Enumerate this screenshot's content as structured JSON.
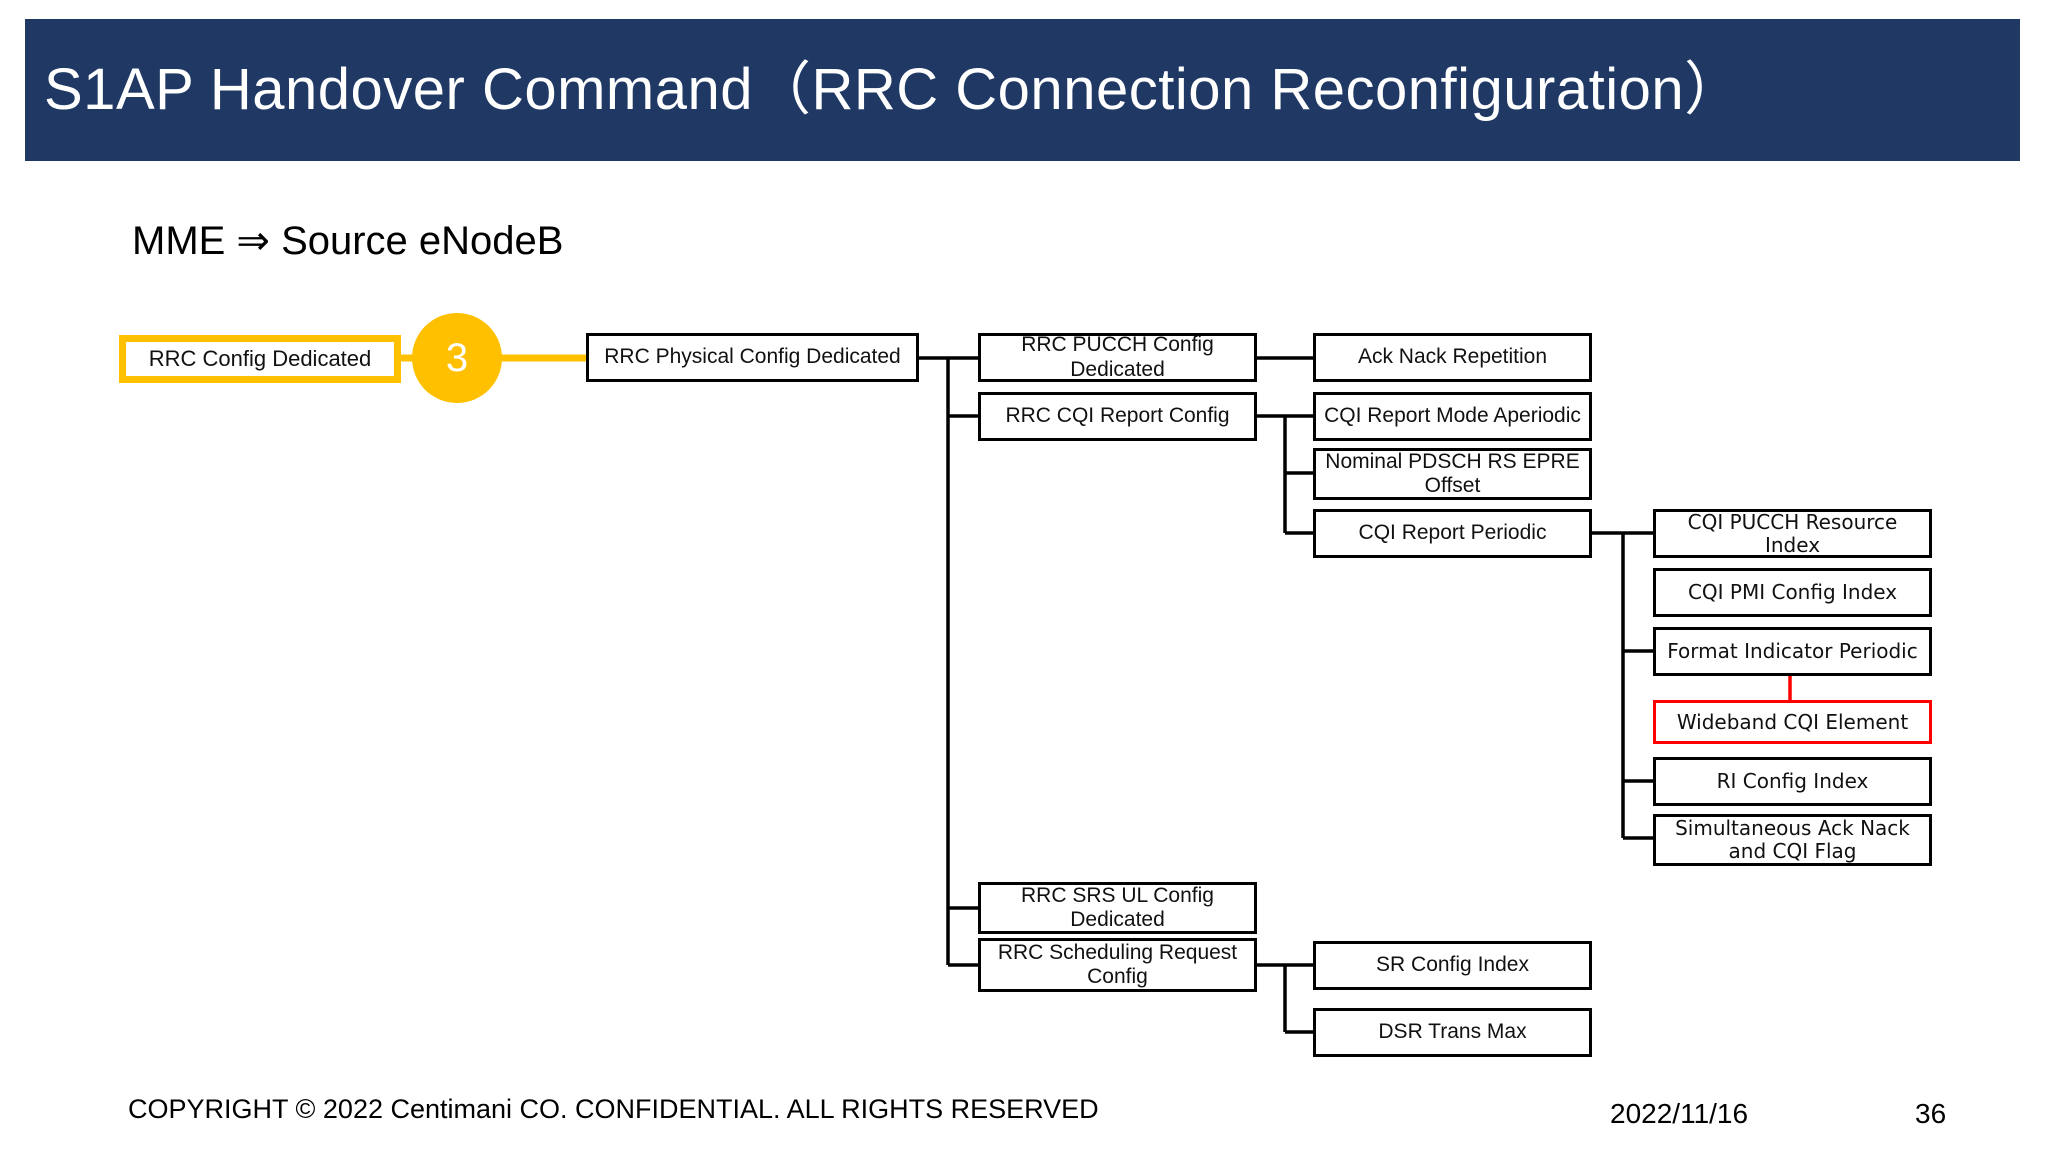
{
  "slide": {
    "title": "S1AP Handover Command（RRC Connection Reconfiguration）",
    "subtitle": "MME ⇒ Source eNodeB",
    "step_badge": "3",
    "colors": {
      "title_bar": "#1F3864",
      "accent_yellow": "#FFC000",
      "highlight_red": "#FF0000",
      "node_border": "#000000",
      "background": "#FFFFFF"
    }
  },
  "footer": {
    "copyright": "COPYRIGHT © 2022 Centimani CO. CONFIDENTIAL. ALL RIGHTS RESERVED",
    "date": "2022/11/16",
    "page_number": "36"
  },
  "diagram": {
    "type": "tree",
    "nodes": [
      {
        "id": "rrc-config-dedicated",
        "label": "RRC Config Dedicated",
        "level": 0,
        "style": "root"
      },
      {
        "id": "rrc-physical-config",
        "label": "RRC Physical Config Dedicated",
        "level": 1,
        "style": "normal"
      },
      {
        "id": "rrc-pucch-config",
        "label": "RRC PUCCH Config Dedicated",
        "level": 2,
        "style": "normal"
      },
      {
        "id": "rrc-cqi-report-config",
        "label": "RRC CQI Report Config",
        "level": 2,
        "style": "normal"
      },
      {
        "id": "rrc-srs-ul-config",
        "label": "RRC SRS UL Config Dedicated",
        "level": 2,
        "style": "normal"
      },
      {
        "id": "rrc-scheduling-request",
        "label": "RRC Scheduling Request Config",
        "level": 2,
        "style": "normal"
      },
      {
        "id": "ack-nack-repetition",
        "label": "Ack Nack Repetition",
        "level": 3,
        "style": "normal"
      },
      {
        "id": "cqi-report-mode-aperiodic",
        "label": "CQI Report Mode Aperiodic",
        "level": 3,
        "style": "normal"
      },
      {
        "id": "nominal-pdsch-rs-epre",
        "label": "Nominal PDSCH RS EPRE Offset",
        "level": 3,
        "style": "normal"
      },
      {
        "id": "cqi-report-periodic",
        "label": "CQI Report Periodic",
        "level": 3,
        "style": "normal"
      },
      {
        "id": "sr-config-index",
        "label": "SR Config Index",
        "level": 3,
        "style": "normal"
      },
      {
        "id": "dsr-trans-max",
        "label": "DSR Trans Max",
        "level": 3,
        "style": "normal"
      },
      {
        "id": "cqi-pucch-resource-index",
        "label": "CQI PUCCH Resource Index",
        "level": 4,
        "style": "normal"
      },
      {
        "id": "cqi-pmi-config-index",
        "label": "CQI PMI Config Index",
        "level": 4,
        "style": "normal"
      },
      {
        "id": "format-indicator-periodic",
        "label": "Format Indicator Periodic",
        "level": 4,
        "style": "normal"
      },
      {
        "id": "wideband-cqi-element",
        "label": "Wideband CQI Element",
        "level": 4,
        "style": "highlight"
      },
      {
        "id": "ri-config-index",
        "label": "RI Config Index",
        "level": 4,
        "style": "normal"
      },
      {
        "id": "simultaneous-ack-nack-cqi",
        "label": "Simultaneous Ack Nack and CQI Flag",
        "level": 4,
        "style": "normal"
      }
    ],
    "edges": [
      {
        "from": "rrc-config-dedicated",
        "to": "rrc-physical-config",
        "color": "#FFC000"
      },
      {
        "from": "rrc-physical-config",
        "to": "rrc-pucch-config",
        "color": "#000000"
      },
      {
        "from": "rrc-physical-config",
        "to": "rrc-cqi-report-config",
        "color": "#000000"
      },
      {
        "from": "rrc-physical-config",
        "to": "rrc-srs-ul-config",
        "color": "#000000"
      },
      {
        "from": "rrc-physical-config",
        "to": "rrc-scheduling-request",
        "color": "#000000"
      },
      {
        "from": "rrc-pucch-config",
        "to": "ack-nack-repetition",
        "color": "#000000"
      },
      {
        "from": "rrc-cqi-report-config",
        "to": "cqi-report-mode-aperiodic",
        "color": "#000000"
      },
      {
        "from": "rrc-cqi-report-config",
        "to": "nominal-pdsch-rs-epre",
        "color": "#000000"
      },
      {
        "from": "rrc-cqi-report-config",
        "to": "cqi-report-periodic",
        "color": "#000000"
      },
      {
        "from": "rrc-scheduling-request",
        "to": "sr-config-index",
        "color": "#000000"
      },
      {
        "from": "rrc-scheduling-request",
        "to": "dsr-trans-max",
        "color": "#000000"
      },
      {
        "from": "cqi-report-periodic",
        "to": "cqi-pucch-resource-index",
        "color": "#000000"
      },
      {
        "from": "cqi-report-periodic",
        "to": "format-indicator-periodic",
        "color": "#000000"
      },
      {
        "from": "cqi-report-periodic",
        "to": "ri-config-index",
        "color": "#000000"
      },
      {
        "from": "cqi-report-periodic",
        "to": "simultaneous-ack-nack-cqi",
        "color": "#000000"
      },
      {
        "from": "format-indicator-periodic",
        "to": "wideband-cqi-element",
        "color": "#FF0000"
      }
    ]
  }
}
